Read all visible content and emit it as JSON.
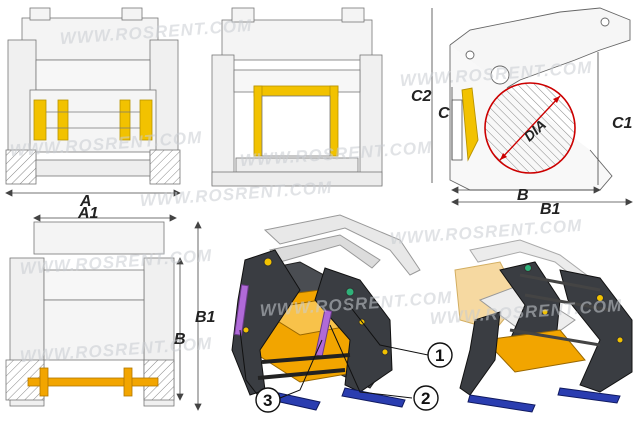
{
  "watermark": "WWW.ROSRENT.COM",
  "labels": {
    "A": "A",
    "A1": "A1",
    "B": "B",
    "B1": "B1",
    "C": "C",
    "C1": "C1",
    "C2": "C2",
    "DIA": "DIA"
  },
  "callouts": [
    "1",
    "2",
    "3"
  ],
  "colors": {
    "yellow": "#f2c200",
    "orange": "#f2a500",
    "dark_steel": "#3a3d42",
    "light_frame": "#e6e6e6",
    "purple": "#b06ad8",
    "blue": "#2a3db0",
    "circle_red": "#cc0000"
  }
}
